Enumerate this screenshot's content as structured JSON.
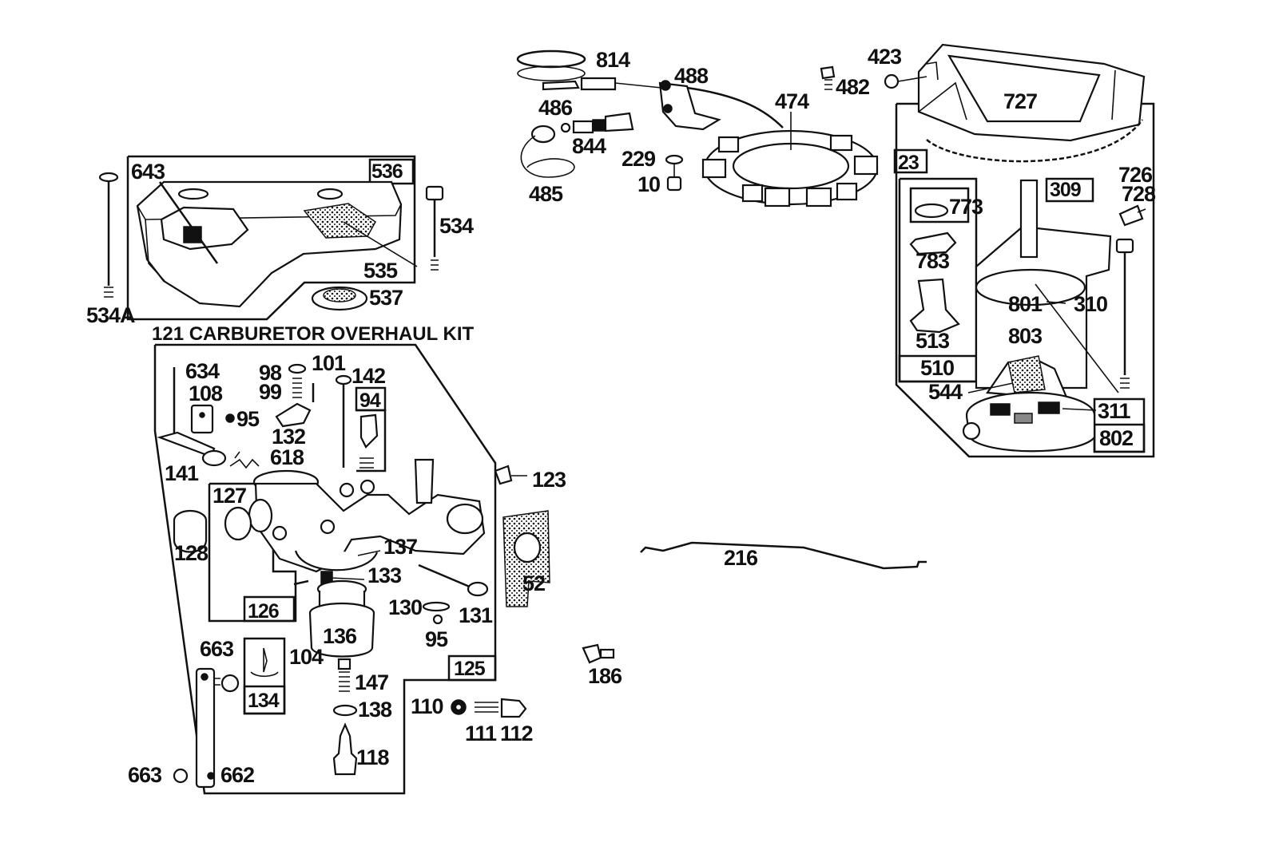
{
  "kit_title": "121 CARBURETOR OVERHAUL KIT",
  "labels": {
    "p643": "643",
    "p536": "536",
    "p534": "534",
    "p534a": "534A",
    "p535": "535",
    "p537": "537",
    "p814": "814",
    "p488": "488",
    "p486": "486",
    "p844": "844",
    "p485": "485",
    "p229": "229",
    "p10": "10",
    "p474": "474",
    "p482": "482",
    "p423": "423",
    "p727": "727",
    "p23": "23",
    "p726": "726",
    "p728": "728",
    "p309": "309",
    "p773": "773",
    "p783": "783",
    "p513": "513",
    "p510": "510",
    "p801": "801",
    "p310": "310",
    "p803": "803",
    "p544": "544",
    "p311": "311",
    "p802": "802",
    "p634": "634",
    "p108": "108",
    "p95a": "95",
    "p98": "98",
    "p99": "99",
    "p101": "101",
    "p142": "142",
    "p94": "94",
    "p132": "132",
    "p141": "141",
    "p618": "618",
    "p127": "127",
    "p128": "128",
    "p137": "137",
    "p133": "133",
    "p126": "126",
    "p104": "104",
    "p136": "136",
    "p125": "125",
    "p123": "123",
    "p52": "52",
    "p130": "130",
    "p131": "131",
    "p95b": "95",
    "p663a": "663",
    "p134": "134",
    "p147": "147",
    "p138": "138",
    "p118": "118",
    "p663b": "663",
    "p662": "662",
    "p110": "110",
    "p111": "111",
    "p112": "112",
    "p186": "186",
    "p216": "216"
  }
}
